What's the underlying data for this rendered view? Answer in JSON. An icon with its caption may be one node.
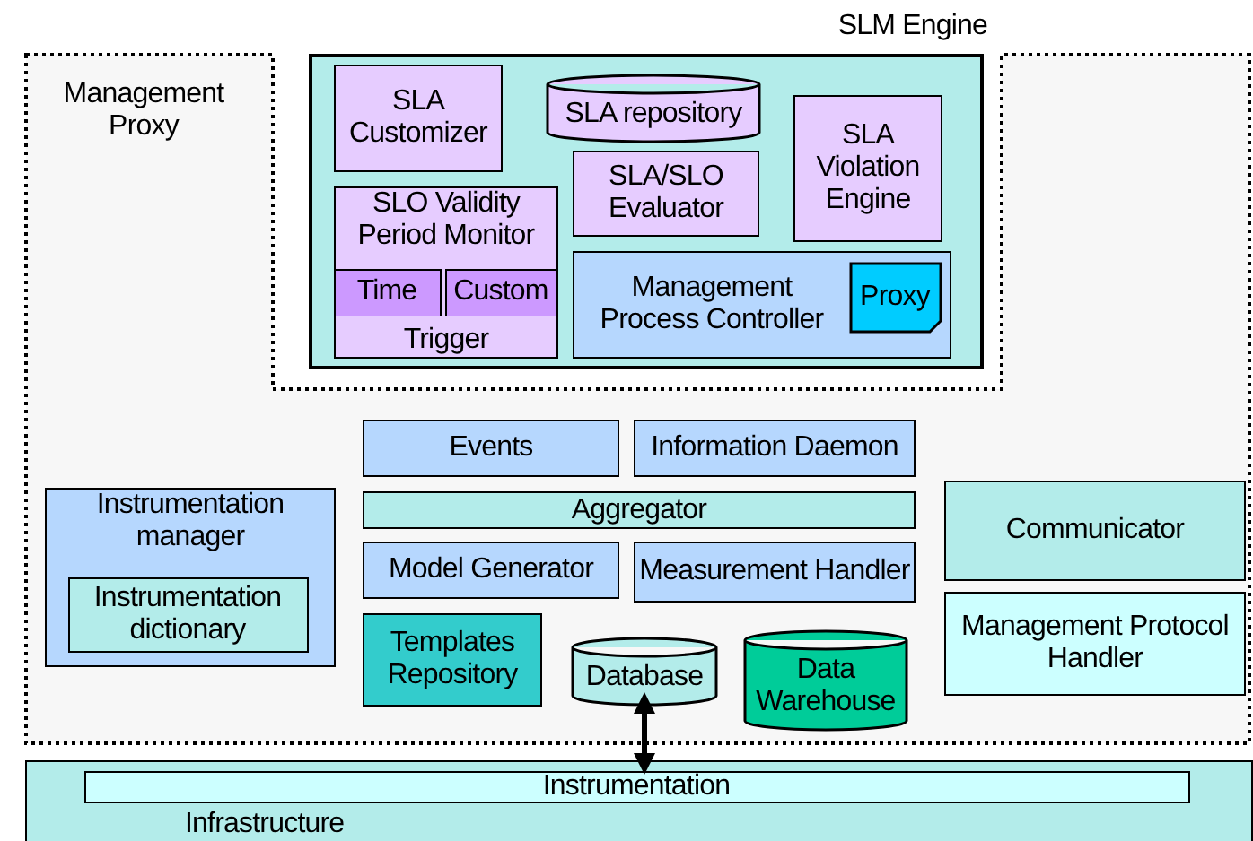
{
  "diagram": {
    "nodes": [
      {
        "text": [
          "Management Proxy"
        ]
      },
      {
        "text": [
          "SLM Engine"
        ]
      },
      {
        "text": [
          "SLA Customizer"
        ],
        "in": 1
      },
      {
        "text": [
          "SLA repository"
        ],
        "in": 1
      },
      {
        "text": [
          "SLA Violation Engine"
        ],
        "in": 1
      },
      {
        "text": [
          "SLA/SLO Evaluator"
        ],
        "in": 1
      },
      {
        "text": [
          "SLO Validity Period Monitor",
          "Trigger"
        ],
        "in": 1
      },
      {
        "text": [
          "Time"
        ],
        "in": 6
      },
      {
        "text": [
          "Custom"
        ],
        "in": 6
      },
      {
        "text": [
          "Management Process Controller"
        ],
        "in": 1
      },
      {
        "text": [
          "Proxy"
        ],
        "in": 9
      },
      {
        "text": [
          "Events"
        ],
        "in": 0
      },
      {
        "text": [
          "Information Daemon"
        ],
        "in": 0
      },
      {
        "text": [
          "Aggregator"
        ],
        "in": 0
      },
      {
        "text": [
          "Model Generator"
        ],
        "in": 0
      },
      {
        "text": [
          "Measurement Handler"
        ],
        "in": 0
      },
      {
        "text": [
          "Instrumentation manager"
        ],
        "in": 0
      },
      {
        "text": [
          "Instrumentation dictionary"
        ],
        "in": 16
      },
      {
        "text": [
          "Templates Repository"
        ],
        "in": 0
      },
      {
        "text": [
          "Database"
        ],
        "in": 0
      },
      {
        "text": [
          "Data Warehouse"
        ],
        "in": 0
      },
      {
        "text": [
          "Communicator"
        ],
        "in": 0
      },
      {
        "text": [
          "Management Protocol Handler"
        ],
        "in": 0
      },
      {
        "text": [
          "Infrastructure"
        ]
      },
      {
        "text": [
          "Instrumentation"
        ],
        "in": 23
      }
    ],
    "edges": [
      {
        "from": 19,
        "to": 24,
        "arrow": "both"
      }
    ]
  }
}
